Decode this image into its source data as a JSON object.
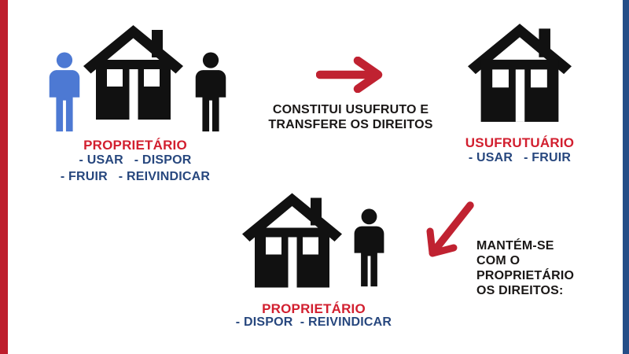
{
  "colors": {
    "background": "#ffffff",
    "left_bar": "#be1e2d",
    "right_bar": "#254e88",
    "icon_black": "#111111",
    "person_blue": "#4d79d3",
    "title_red": "#d21f2f",
    "rights_blue": "#27477e",
    "arrow_red": "#c02231",
    "caption_black": "#1a1716"
  },
  "icons": {
    "owner_before": [
      "person-blue-icon",
      "house-icon",
      "person-icon"
    ],
    "transfer": "arrow-right-icon",
    "usufructuary": "house-icon",
    "owner_after": [
      "house-icon",
      "person-icon"
    ],
    "retained": "arrow-down-left-icon"
  },
  "sections": {
    "owner_before": {
      "title": "PROPRIETÁRIO",
      "rights": [
        "- USAR   - DISPOR",
        "- FRUIR   - REIVINDICAR"
      ]
    },
    "transfer": {
      "caption": [
        "CONSTITUI USUFRUTO E",
        "TRANSFERE OS DIREITOS"
      ]
    },
    "usufructuary": {
      "title": "USUFRUTUÁRIO",
      "rights": [
        "- USAR   - FRUIR"
      ]
    },
    "owner_after": {
      "title": "PROPRIETÁRIO",
      "rights": [
        "- DISPOR  - REIVINDICAR"
      ]
    },
    "retained": {
      "caption": [
        "MANTÉM-SE",
        "COM O",
        "PROPRIETÁRIO",
        "OS DIREITOS:"
      ]
    }
  }
}
